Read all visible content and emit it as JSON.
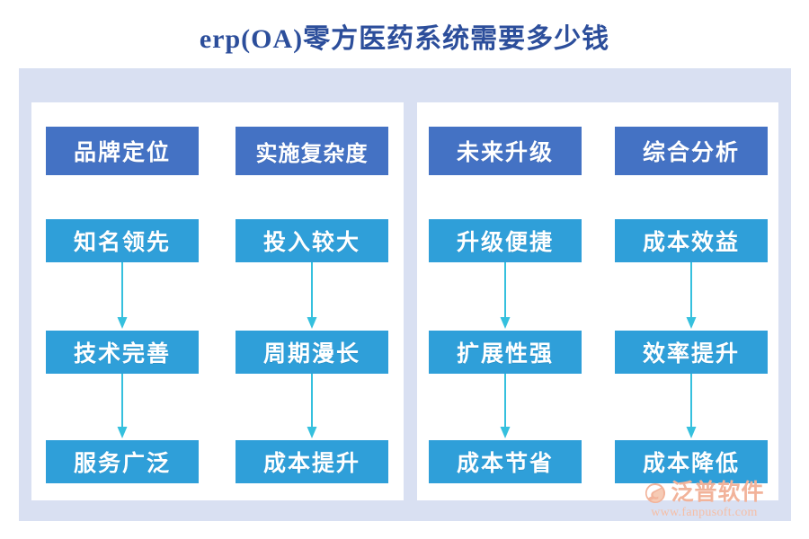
{
  "title": "erp(OA)零方医药系统需要多少钱",
  "theme": {
    "header_box_color": "#4472C4",
    "sub_box_color": "#2F9FD9",
    "panel_color": "#D9E0F2",
    "inner_panel_color": "#FFFFFF",
    "arrow_color": "#35C0DE",
    "title_color": "#2C4E9B",
    "watermark_color": "#F2B39A",
    "page_background": "#FFFFFF"
  },
  "diagram": {
    "type": "flow-columns",
    "groups": [
      {
        "name": "left-group",
        "columns": [
          {
            "header": "品牌定位",
            "steps": [
              "知名领先",
              "技术完善",
              "服务广泛"
            ]
          },
          {
            "header": "实施复杂度",
            "steps": [
              "投入较大",
              "周期漫长",
              "成本提升"
            ]
          }
        ]
      },
      {
        "name": "right-group",
        "columns": [
          {
            "header": "未来升级",
            "steps": [
              "升级便捷",
              "扩展性强",
              "成本节省"
            ]
          },
          {
            "header": "综合分析",
            "steps": [
              "成本效益",
              "效率提升",
              "成本降低"
            ]
          }
        ]
      }
    ]
  },
  "watermark": {
    "brand": "泛普软件",
    "url": "www.fanpusoft.com"
  }
}
